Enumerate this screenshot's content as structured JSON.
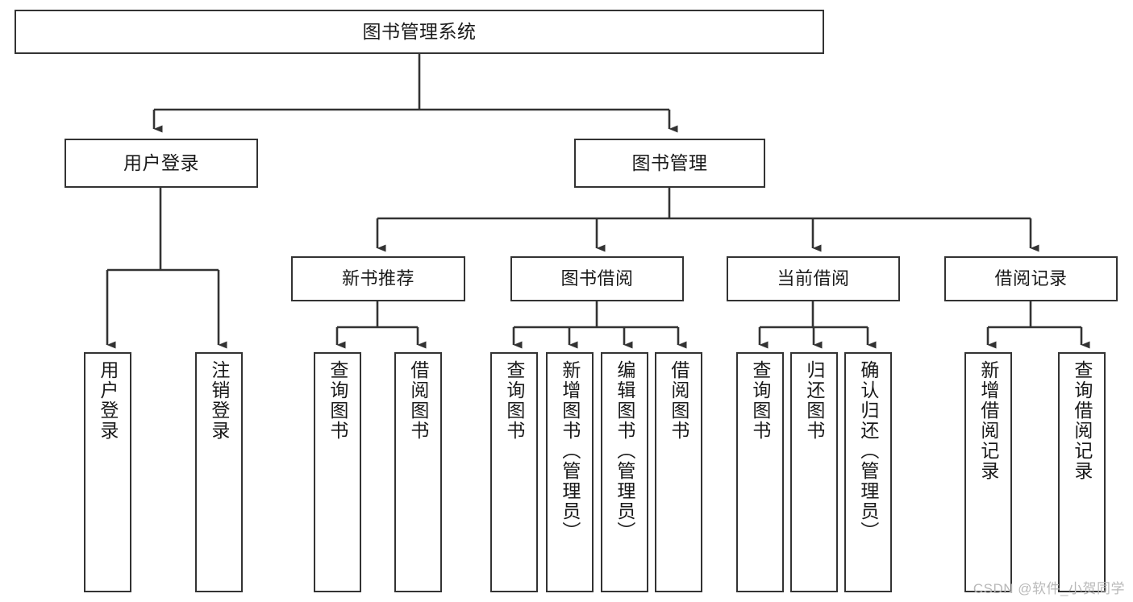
{
  "diagram": {
    "title": "图书管理系统",
    "type": "tree-hierarchy-diagram",
    "colors": {
      "box_border": "#333333",
      "box_fill": "#ffffff",
      "connector": "#333333",
      "text": "#1a1a1a",
      "watermark": "#b9b9b9",
      "background": "#ffffff"
    },
    "root": {
      "label": "图书管理系统"
    },
    "level2": [
      {
        "label": "用户登录"
      },
      {
        "label": "图书管理"
      }
    ],
    "level3": [
      {
        "label": "新书推荐"
      },
      {
        "label": "图书借阅"
      },
      {
        "label": "当前借阅"
      },
      {
        "label": "借阅记录"
      }
    ],
    "leaves": {
      "user_login": [
        {
          "label": "用户登录"
        },
        {
          "label": "注销登录"
        }
      ],
      "new_book_recommend": [
        {
          "label": "查询图书"
        },
        {
          "label": "借阅图书"
        }
      ],
      "book_borrow": [
        {
          "label": "查询图书"
        },
        {
          "label": "新增图书（管理员）"
        },
        {
          "label": "编辑图书（管理员）"
        },
        {
          "label": "借阅图书"
        }
      ],
      "current_borrow": [
        {
          "label": "查询图书"
        },
        {
          "label": "归还图书"
        },
        {
          "label": "确认归还（管理员）"
        }
      ],
      "borrow_record": [
        {
          "label": "新增借阅记录"
        },
        {
          "label": "查询借阅记录"
        }
      ]
    },
    "watermark": "CSDN @软件_小贺同学"
  }
}
